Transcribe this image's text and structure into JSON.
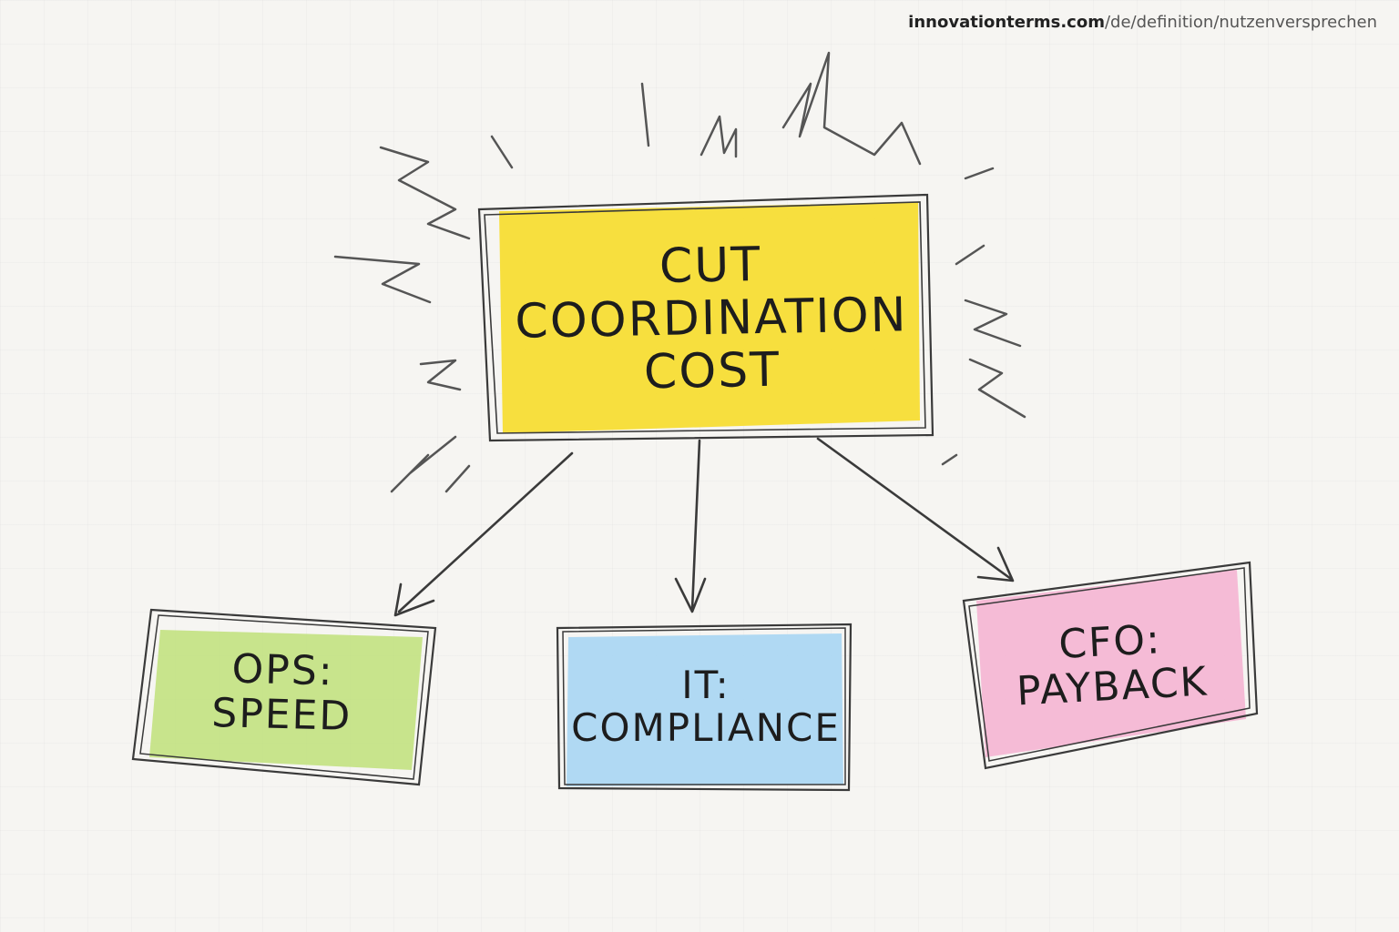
{
  "source": {
    "domain": "innovationterms.com",
    "path": "/de/definition/nutzenversprechen"
  },
  "central_node": {
    "lines": [
      "CUT",
      "COORDINATION",
      "COST"
    ],
    "fill_color": "#f7dd2a"
  },
  "child_nodes": {
    "ops": {
      "lines": [
        "OPS:",
        "SPEED"
      ],
      "fill_color": "#bfe07a"
    },
    "it": {
      "lines": [
        "IT:",
        "COMPLIANCE"
      ],
      "fill_color": "#a9d6f3"
    },
    "cfo": {
      "lines": [
        "CFO:",
        "PAYBACK"
      ],
      "fill_color": "#f5b5d3"
    }
  },
  "colors": {
    "ink": "#3a3a3a",
    "background": "#f6f5f2"
  }
}
